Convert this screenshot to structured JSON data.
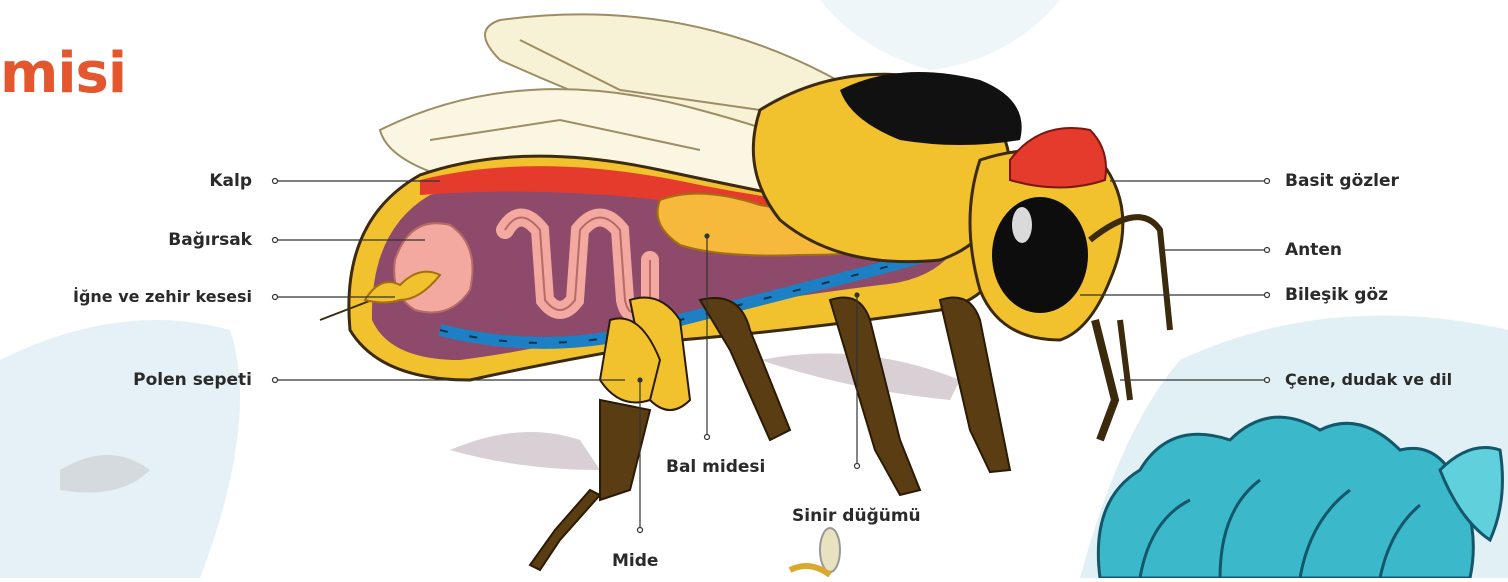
{
  "diagram": {
    "title": "misi",
    "labels": {
      "kalp": "Kalp",
      "bagirsak": "Bağırsak",
      "igne": "İğne ve zehir kesesi",
      "polen": "Polen sepeti",
      "basit_gozler": "Basit gözler",
      "anten": "Anten",
      "bilesik_goz": "Bileşik göz",
      "cene": "Çene, dudak ve dil",
      "bal_midesi": "Bal midesi",
      "sinir": "Sinir düğümü",
      "mide": "Mide"
    }
  },
  "colors": {
    "title": "#e4572e",
    "line": "#333333",
    "background_blue": "#dbeef5",
    "bee_yellow": "#f2c12e",
    "bee_dark": "#5a3d12",
    "gut_purple": "#8e4a6a",
    "intestine_pink": "#f3a9a0",
    "crop_orange": "#f6b93b",
    "nerve_blue": "#1d7fc4",
    "heart_red": "#e53b2c",
    "wing": "#f7f1d6",
    "flower_teal": "#3bb8c9"
  }
}
